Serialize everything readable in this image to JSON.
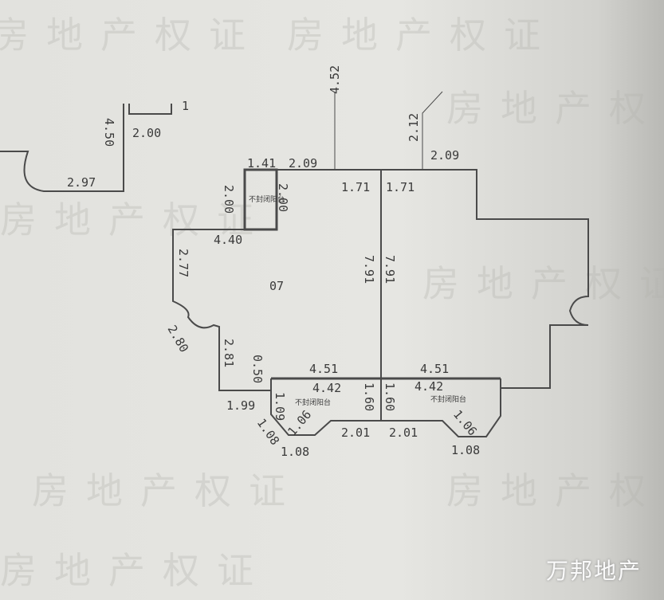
{
  "watermark": "房地产权证",
  "logo": "万邦地产",
  "room_label": "07",
  "small_room_label": "不封闭阳台",
  "balcony_label": "不封闭阳台",
  "dims": {
    "d450": "4.50",
    "d200a": "2.00",
    "d297": "2.97",
    "d1": "1",
    "d452": "4.52",
    "d212": "2.12",
    "d141": "1.41",
    "d209a": "2.09",
    "d209b": "2.09",
    "d200b": "2.00",
    "d200c": "2.00",
    "d171a": "1.71",
    "d171b": "1.71",
    "d440": "4.40",
    "d277": "2.77",
    "d280": "2.80",
    "d281": "2.81",
    "d791a": "7.91",
    "d791b": "7.91",
    "d050": "0.50",
    "d451a": "4.51",
    "d451b": "4.51",
    "d442a": "4.42",
    "d442b": "4.42",
    "d199": "1.99",
    "d109": "1.09",
    "d160a": "1.60",
    "d160b": "1.60",
    "d108a": "1.08",
    "d106a": "1.06",
    "d201a": "2.01",
    "d201b": "2.01",
    "d106b": "1.06",
    "d108b": "1.08",
    "d108c": "1.08"
  }
}
